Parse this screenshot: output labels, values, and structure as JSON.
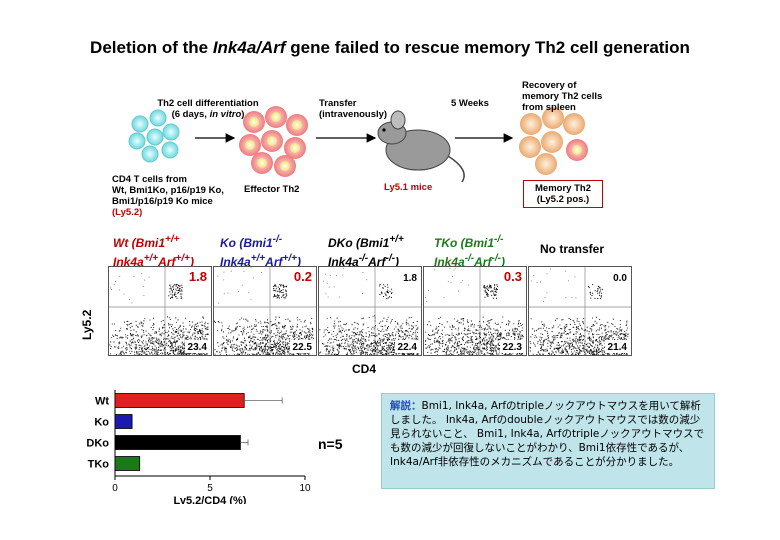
{
  "title_part1": "Deletion of the ",
  "title_gene": "Ink4a/Arf",
  "title_part2": " gene failed to rescue memory Th2 cell generation",
  "schematic": {
    "diff_line1": "Th2 cell differentiation",
    "diff_line2a": "(6 days, ",
    "diff_line2b": "in vitro",
    "diff_line2c": ")",
    "source_line1": "CD4 T cells from",
    "source_line2": "Wt, Bmi1Ko, p16/p19 Ko,",
    "source_line3": "Bmi1/p16/p19 Ko mice",
    "source_line4": "(Ly5.2)",
    "effector": "Effector Th2",
    "transfer_line1": "Transfer",
    "transfer_line2": "(intravenously)",
    "mice": "Ly5.1 mice",
    "weeks": "5 Weeks",
    "recovery_line1": "Recovery of",
    "recovery_line2": "memory Th2 cells",
    "recovery_line3": "from spleen",
    "memory_line1": "Memory Th2",
    "memory_line2": "(Ly5.2 pos.)"
  },
  "genotypes": [
    {
      "line1a": "Wt (Bmi1",
      "line1s": "+/+",
      "line2a": "Ink4a",
      "line2s1": "+/+",
      "line2b": "Arf",
      "line2s2": "+/+",
      "line2c": ")",
      "color": "#c00000"
    },
    {
      "line1a": "Ko (Bmi1",
      "line1s": "-/-",
      "line2a": "Ink4a",
      "line2s1": "+/+",
      "line2b": "Arf",
      "line2s2": "+/+",
      "line2c": ")",
      "color": "#1a1aa0"
    },
    {
      "line1a": "DKo (Bmi1",
      "line1s": "+/+",
      "line2a": "Ink4a",
      "line2s1": "-/-",
      "line2b": "Arf",
      "line2s2": "-/-",
      "line2c": ")",
      "color": "#000000"
    },
    {
      "line1a": "TKo (Bmi1",
      "line1s": "-/-",
      "line2a": "Ink4a",
      "line2s1": "-/-",
      "line2b": "Arf",
      "line2s2": "-/-",
      "line2c": ")",
      "color": "#1a7a1a"
    }
  ],
  "no_transfer": "No transfer",
  "flow_panels": [
    {
      "upper": "1.8",
      "lower": "23.4",
      "upper_color": "#c00000",
      "big": true
    },
    {
      "upper": "0.2",
      "lower": "22.5",
      "upper_color": "#c00000",
      "big": true
    },
    {
      "upper": "1.8",
      "lower": "22.4",
      "upper_color": "#000000",
      "big": false
    },
    {
      "upper": "0.3",
      "lower": "22.3",
      "upper_color": "#c00000",
      "big": true
    },
    {
      "upper": "0.0",
      "lower": "21.4",
      "upper_color": "#000000",
      "big": false
    }
  ],
  "flow_ylabel": "Ly5.2",
  "flow_xlabel": "CD4",
  "chart_data": {
    "type": "bar",
    "orientation": "horizontal",
    "categories": [
      "Wt",
      "Ko",
      "DKo",
      "TKo"
    ],
    "values": [
      6.8,
      0.9,
      6.6,
      1.3
    ],
    "errors": [
      2.0,
      0,
      0.4,
      0
    ],
    "colors": [
      "#e02020",
      "#1a1ab0",
      "#000000",
      "#1a7a1a"
    ],
    "xlabel": "Ly5.2/CD4 (%)",
    "xlim": [
      0,
      10
    ],
    "xticks": [
      "0",
      "5",
      "10"
    ],
    "annotation": "n=5"
  },
  "note": {
    "kw": "解説：",
    "text": "Bmi1, Ink4a, Arfのtripleノックアウトマウスを用いて解析しました。 Ink4a, Arfのdoubleノックアウトマウスでは数の減少見られないこと、 Bmi1, Ink4a, Arfのtripleノックアウトマウスでも数の減少が回復しないことがわかり、Bmi1依存性であるが、Ink4a/Arf非依存性のメカニズムであることが分かりました。"
  }
}
